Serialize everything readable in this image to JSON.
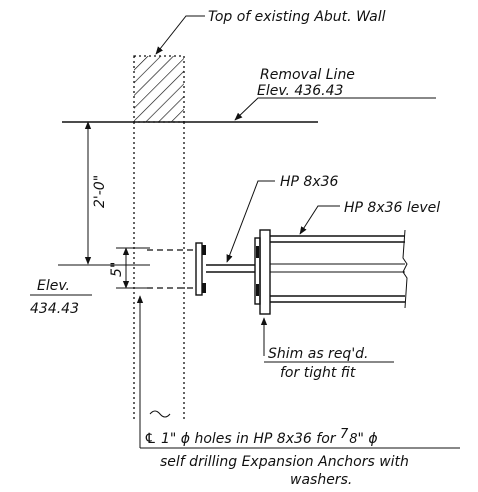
{
  "labels": {
    "top_wall": "Top of existing Abut. Wall",
    "removal_line": "Removal Line",
    "removal_elev": "Elev. 436.43",
    "dim_vertical": "2'-0\"",
    "dim_small": "5\"",
    "elev_label": "Elev.",
    "elev_value": "434.43",
    "hp_pile": "HP 8x36",
    "hp_level": "HP 8x36 level",
    "shim_line1": "Shim as req'd.",
    "shim_line2": "for tight fit",
    "note_line1_a": "℄ 1\" ϕ holes in HP 8x36 for ",
    "note_frac_num": "7",
    "note_frac_den": "8",
    "note_line1_b": "\" ϕ",
    "note_line2": "self drilling Expansion Anchors with",
    "note_line3": "washers."
  }
}
